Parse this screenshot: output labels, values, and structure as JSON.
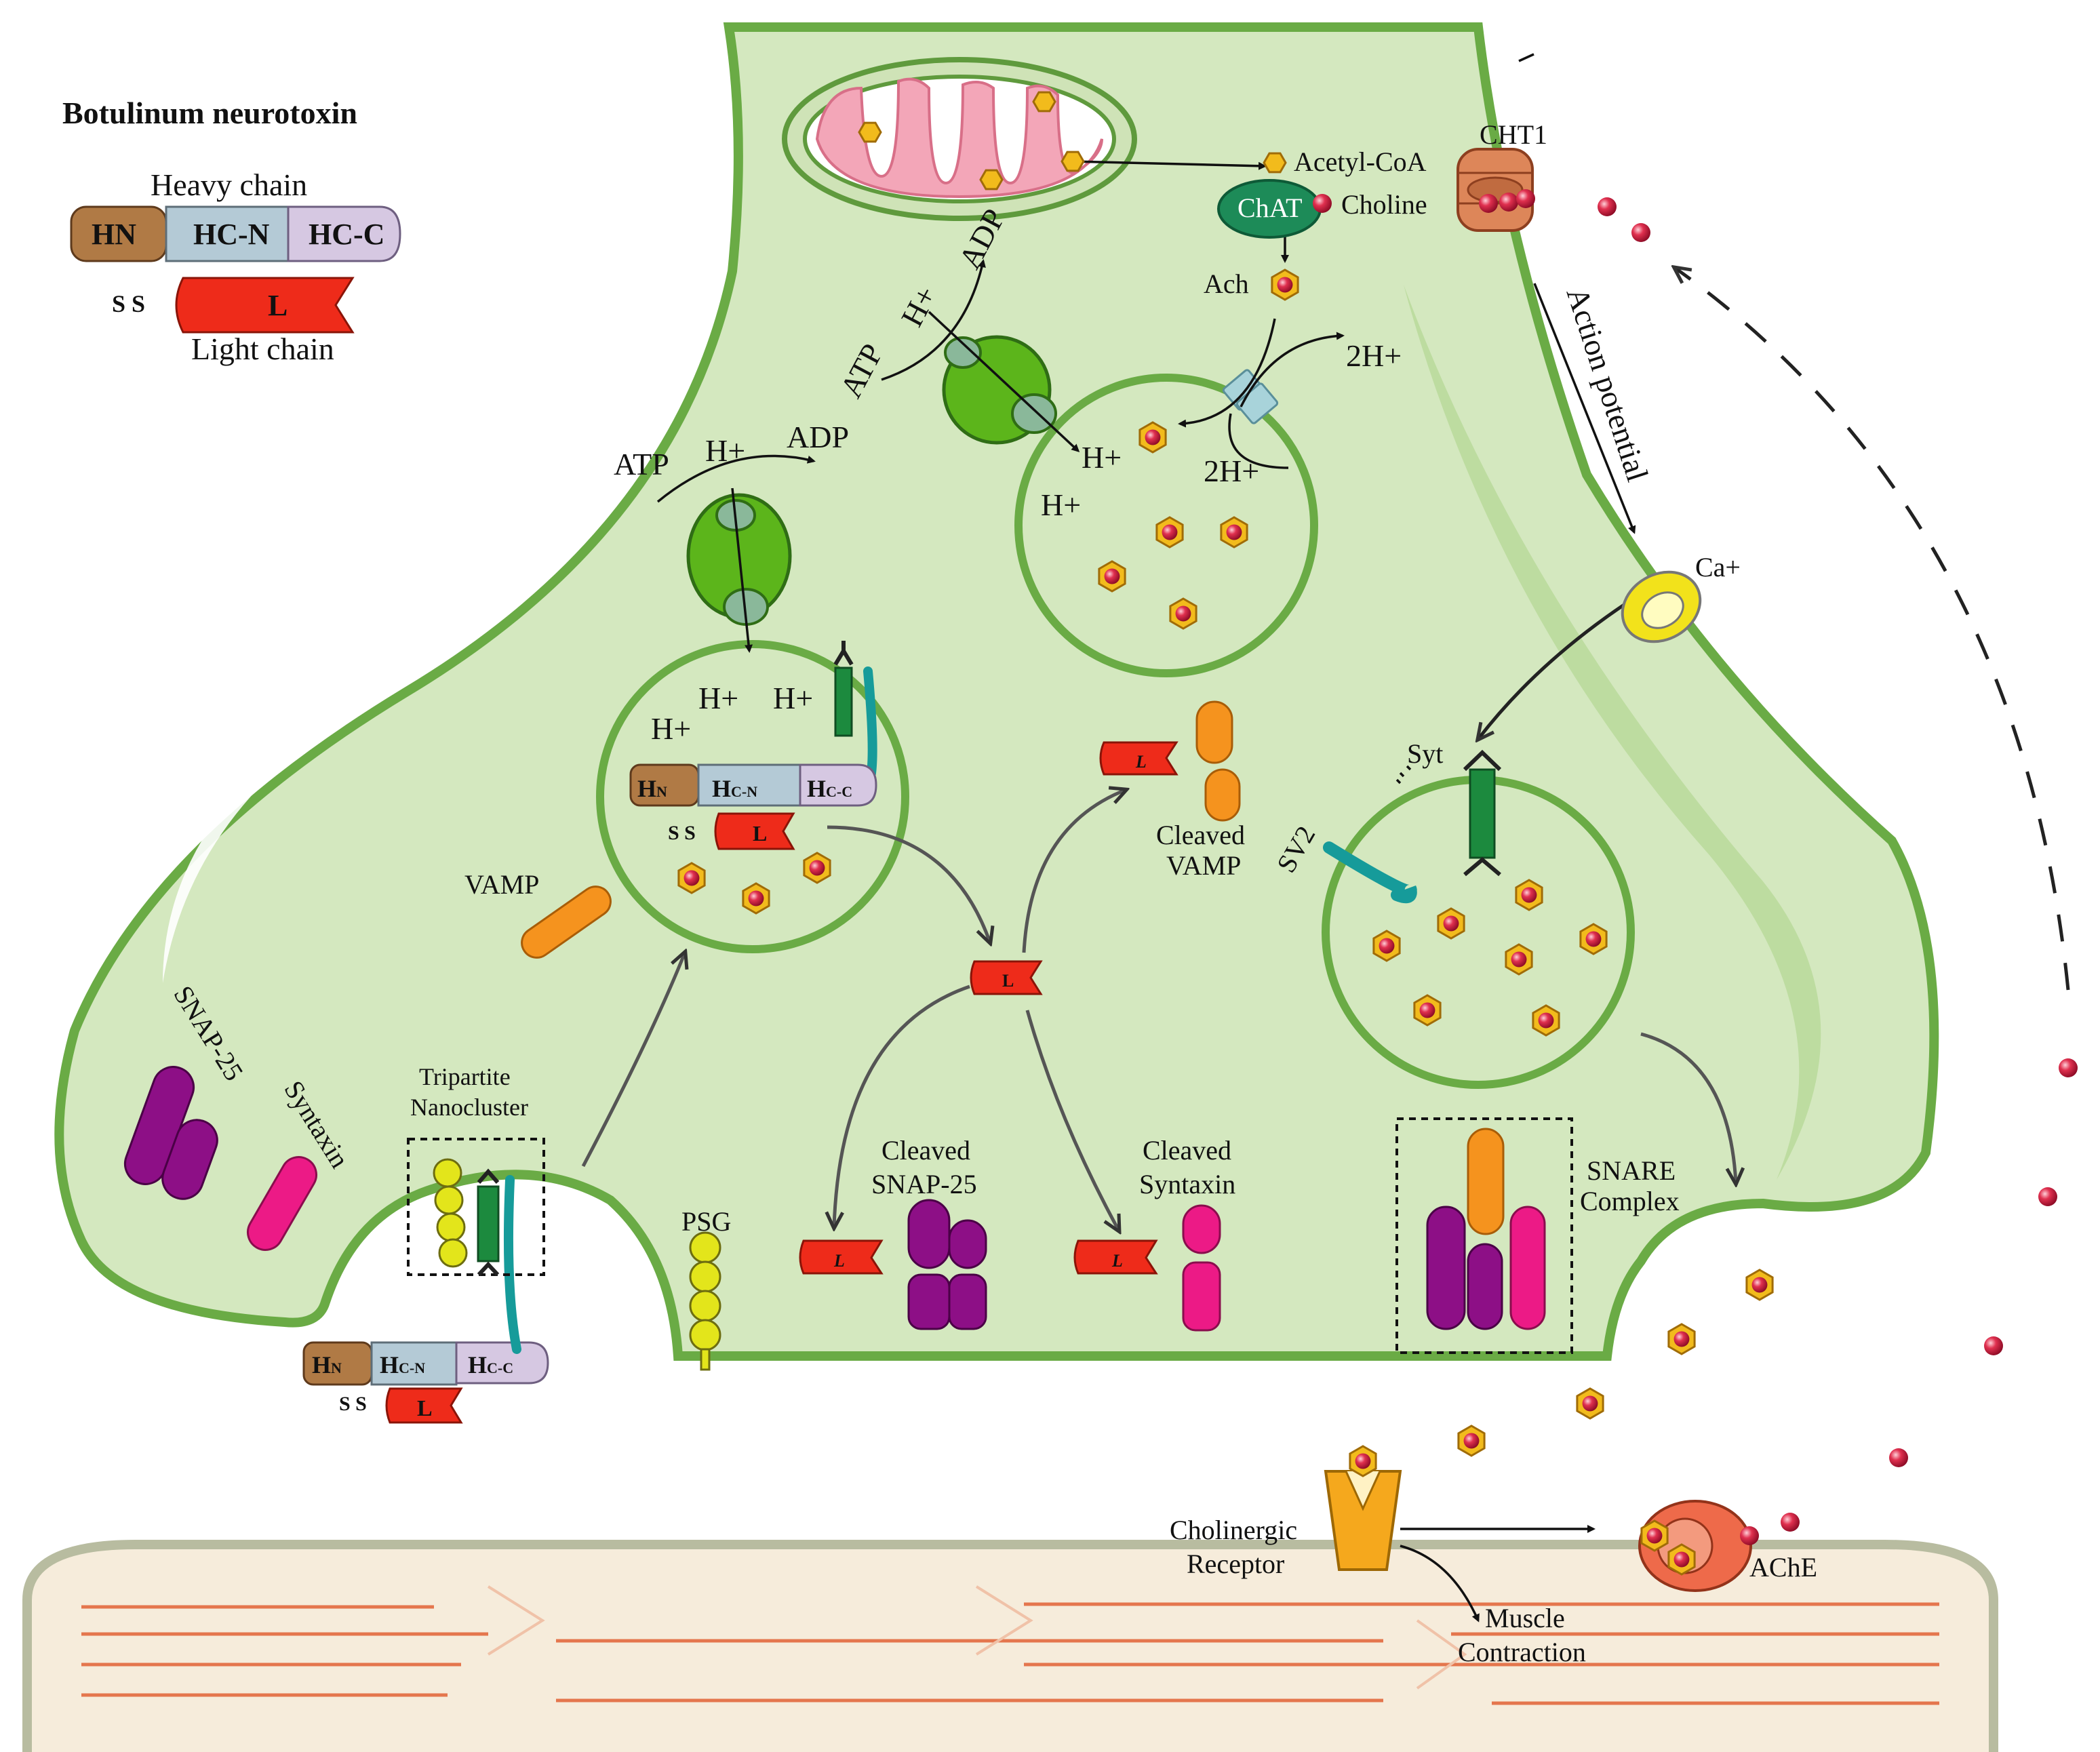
{
  "legend": {
    "title": "Botulinum neurotoxin",
    "heavy_chain": "Heavy chain",
    "light_chain": "Light chain",
    "hn": "HN",
    "hcn": "HC-N",
    "hcc": "HC-C",
    "l": "L",
    "ss": "S S"
  },
  "labels": {
    "acetyl_coa": "Acetyl-CoA",
    "chat": "ChAT",
    "choline": "Choline",
    "ach": "Ach",
    "cht1": "CHT1",
    "action_potential": "Action potential",
    "ca": "Ca+",
    "atp1": "ATP",
    "h1": "H+",
    "adp1": "ADP",
    "atp2": "ATP",
    "h2": "H+",
    "adp2": "ADP",
    "h3": "H+",
    "h4": "H+",
    "h_pair1": "2H+",
    "h_pair2": "2H+",
    "h5": "H+",
    "h6": "H+",
    "h7": "H+",
    "vamp": "VAMP",
    "cleaved_vamp_1": "Cleaved",
    "cleaved_vamp_2": "VAMP",
    "syt": "Syt",
    "sv2": "SV2",
    "snap25": "SNAP-25",
    "syntaxin": "Syntaxin",
    "tripartite_1": "Tripartite",
    "tripartite_2": "Nanocluster",
    "psg": "PSG",
    "cleaved_snap_1": "Cleaved",
    "cleaved_snap_2": "SNAP-25",
    "cleaved_syn_1": "Cleaved",
    "cleaved_syn_2": "Syntaxin",
    "snare_1": "SNARE",
    "snare_2": "Complex",
    "cholinergic_1": "Cholinergic",
    "cholinergic_2": "Receptor",
    "muscle_1": "Muscle",
    "muscle_2": "Contraction",
    "ache": "AChE"
  },
  "colors": {
    "terminal_fill": "#d4e8bf",
    "terminal_stroke": "#6aab45",
    "vesicle_stroke": "#6aab45",
    "muscle_fill": "#f6ecdb",
    "muscle_stroke": "#b8bca0",
    "hn": "#b07a45",
    "hcn": "#b4cad6",
    "hcc": "#d6c8e2",
    "light_chain": "#ee2b1a",
    "vamp": "#f5931e",
    "snap25": "#8d0f86",
    "syntaxin": "#ec1a86",
    "syt": "#1c8a3e",
    "sv2": "#169b9a",
    "psg": "#e3e51b",
    "ach_hex": "#f2bb1c",
    "ach_dot": "#cc1038",
    "mitochondria": "#f3a6b8",
    "pump": "#5cb51b",
    "cht1": "#dd8659",
    "receptor": "#f5a81d",
    "muscle_fiber": "#e4764d"
  }
}
